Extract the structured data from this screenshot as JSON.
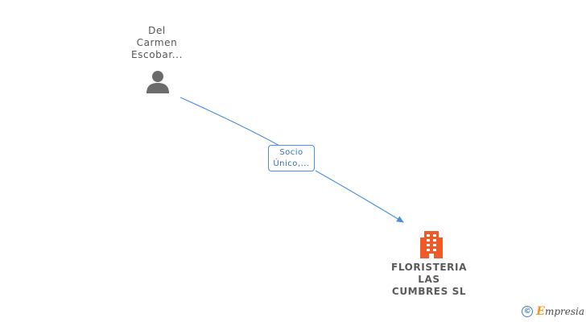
{
  "nodes": {
    "person": {
      "label_lines": [
        "Del",
        "Carmen",
        "Escobar..."
      ]
    },
    "company": {
      "label_lines": [
        "FLORISTERIA",
        "LAS",
        "CUMBRES SL"
      ]
    }
  },
  "edge": {
    "label_lines": [
      "Socio",
      "Único,..."
    ]
  },
  "footer": {
    "copyright_symbol": "©",
    "brand_initial": "E",
    "brand_rest": "mpresia"
  },
  "colors": {
    "edge": "#4a90e2",
    "person_icon": "#6b6b6b",
    "company_icon": "#f05a28",
    "brand_accent": "#f29422"
  }
}
